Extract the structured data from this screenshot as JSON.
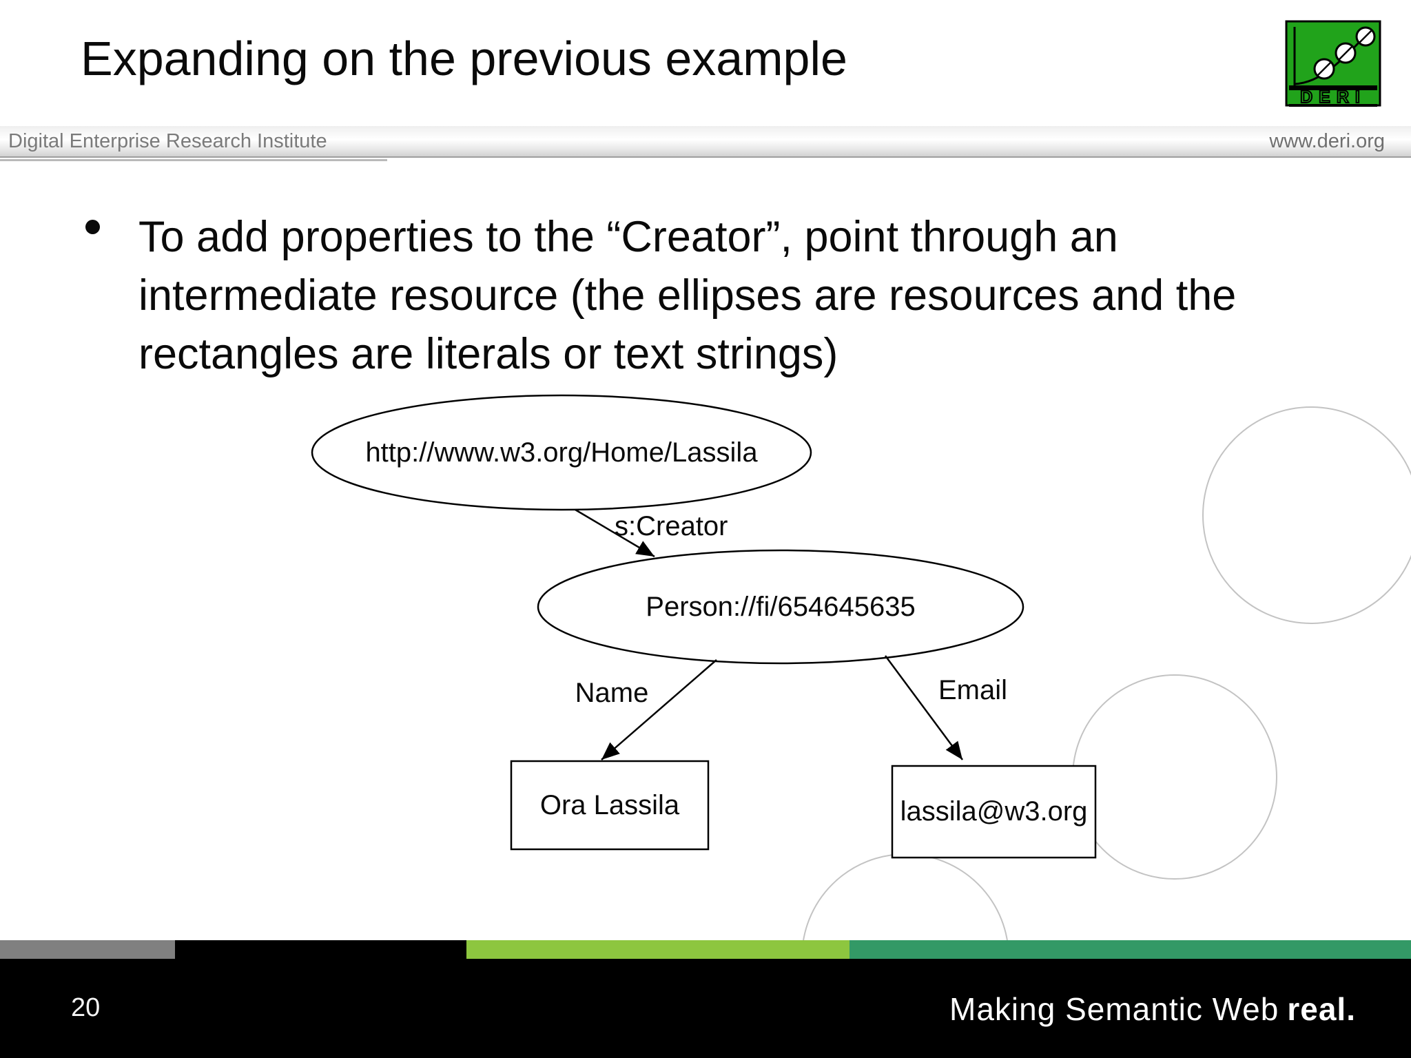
{
  "slide": {
    "title": "Expanding on the previous example",
    "page_number": "20"
  },
  "header": {
    "institute": "Digital Enterprise Research Institute",
    "website": "www.deri.org",
    "logo_text": "DERI"
  },
  "bullet": {
    "text": "To add properties to the “Creator”, point through an intermediate resource (the ellipses are resources and the rectangles are literals or text strings)"
  },
  "diagram": {
    "nodes": [
      {
        "id": "resource-home",
        "type": "ellipse",
        "label": "http://www.w3.org/Home/Lassila"
      },
      {
        "id": "resource-person",
        "type": "ellipse",
        "label": "Person://fi/654645635"
      },
      {
        "id": "literal-name",
        "type": "rect",
        "label": "Ora Lassila"
      },
      {
        "id": "literal-email",
        "type": "rect",
        "label": "lassila@w3.org"
      }
    ],
    "edges": [
      {
        "label": "s:Creator",
        "from": "resource-home",
        "to": "resource-person"
      },
      {
        "label": "Name",
        "from": "resource-person",
        "to": "literal-name"
      },
      {
        "label": "Email",
        "from": "resource-person",
        "to": "literal-email"
      }
    ]
  },
  "footer": {
    "tagline_regular": "Making Semantic Web",
    "tagline_bold": "real."
  },
  "colors": {
    "stripe_gray": "#808080",
    "stripe_black": "#000000",
    "stripe_lime": "#8dc63f",
    "stripe_green": "#339966",
    "logo_green": "#21a31b",
    "decorative_circle": "#c3c3c3",
    "header_text": "#7a7a7a"
  }
}
